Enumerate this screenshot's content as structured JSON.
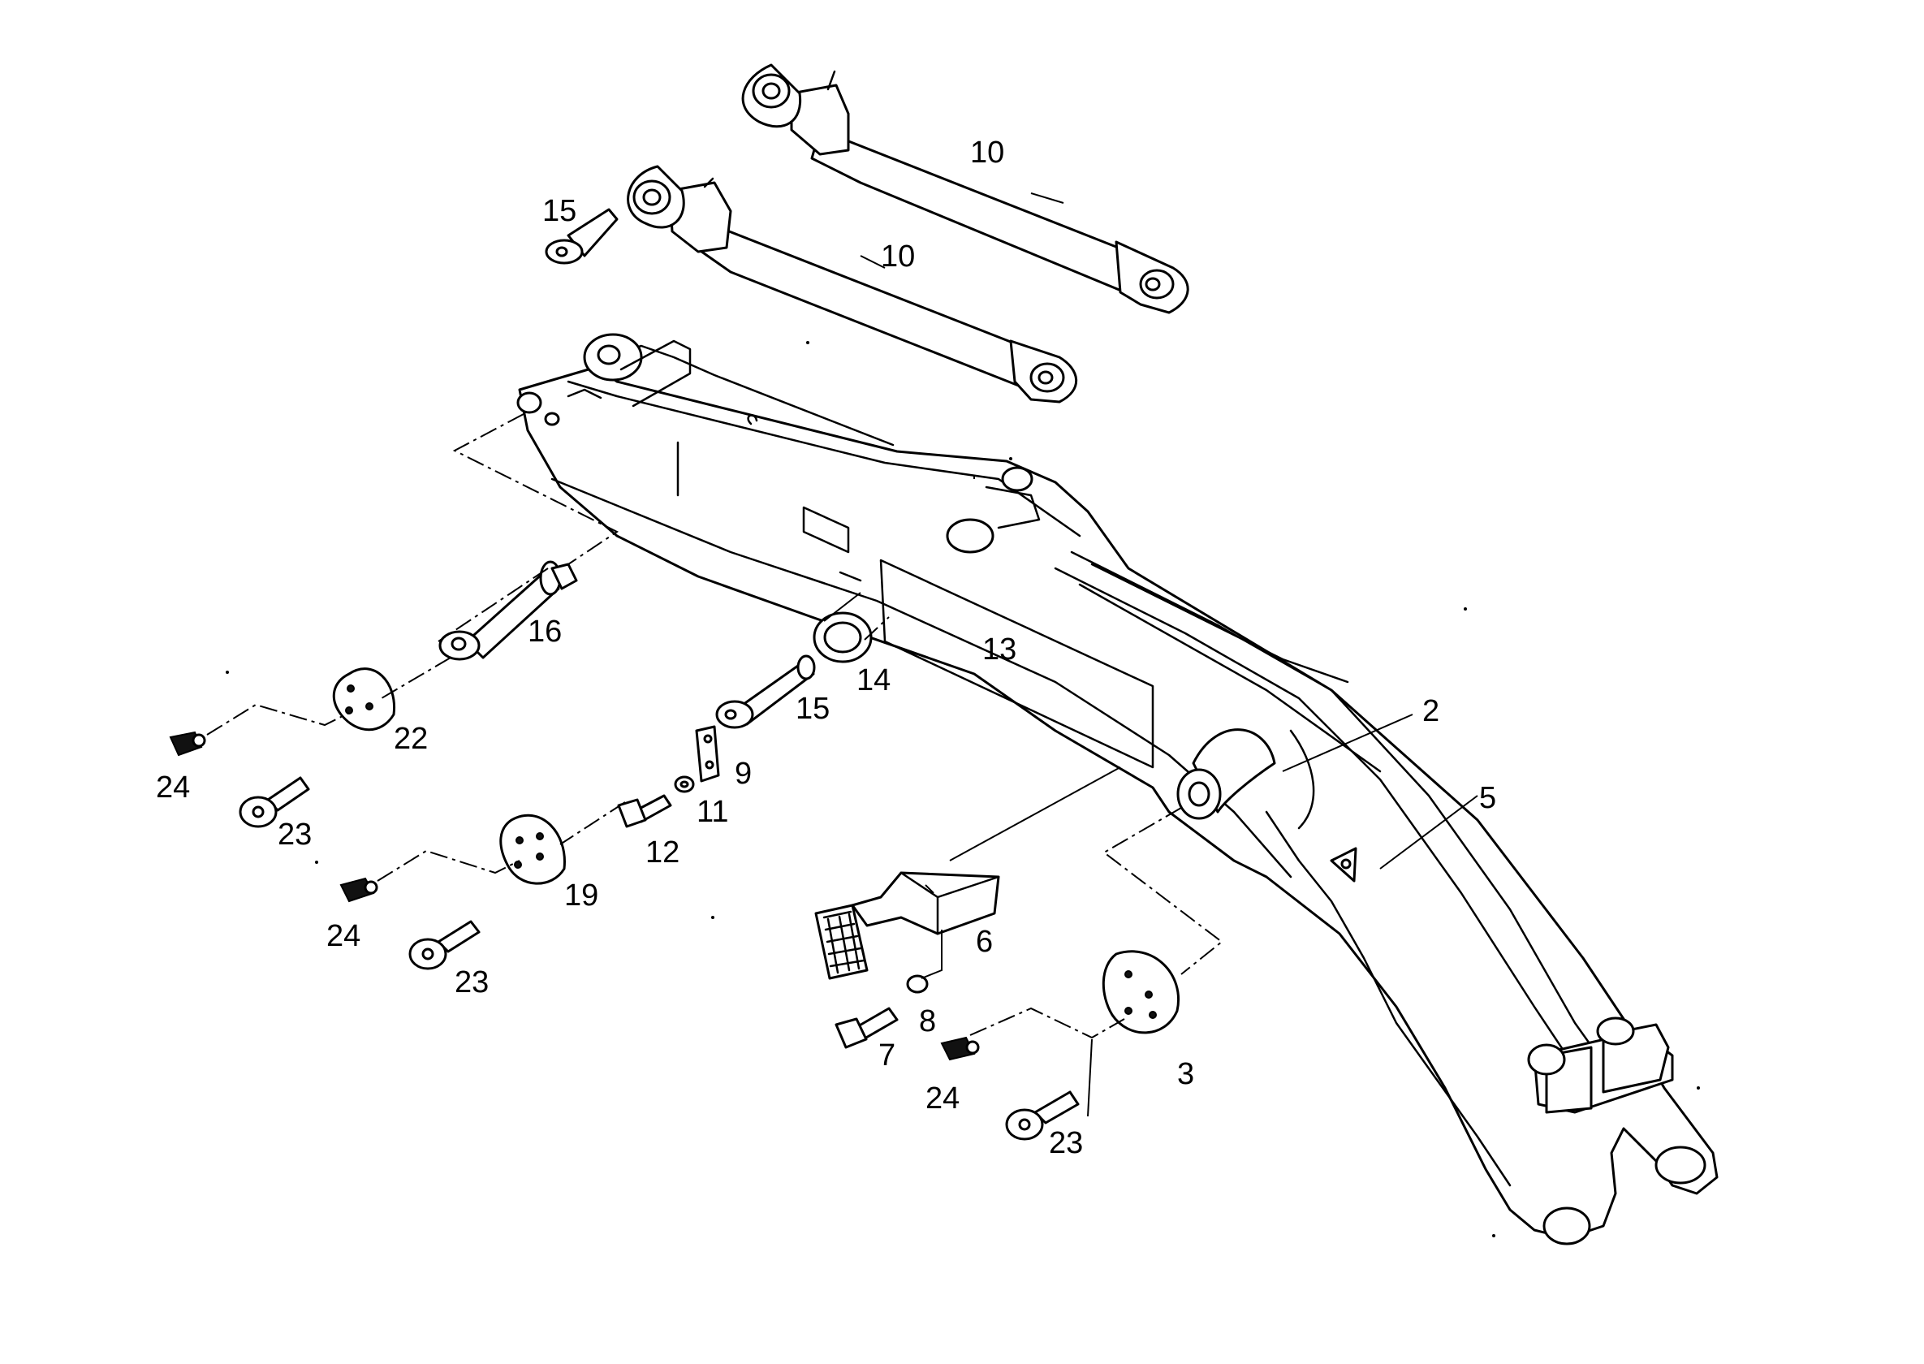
{
  "diagram": {
    "callouts": [
      "10",
      "10",
      "15",
      "16",
      "22",
      "24",
      "23",
      "13",
      "14",
      "15",
      "9",
      "11",
      "12",
      "19",
      "24",
      "23",
      "2",
      "5",
      "6",
      "8",
      "7",
      "24",
      "3",
      "23"
    ]
  }
}
